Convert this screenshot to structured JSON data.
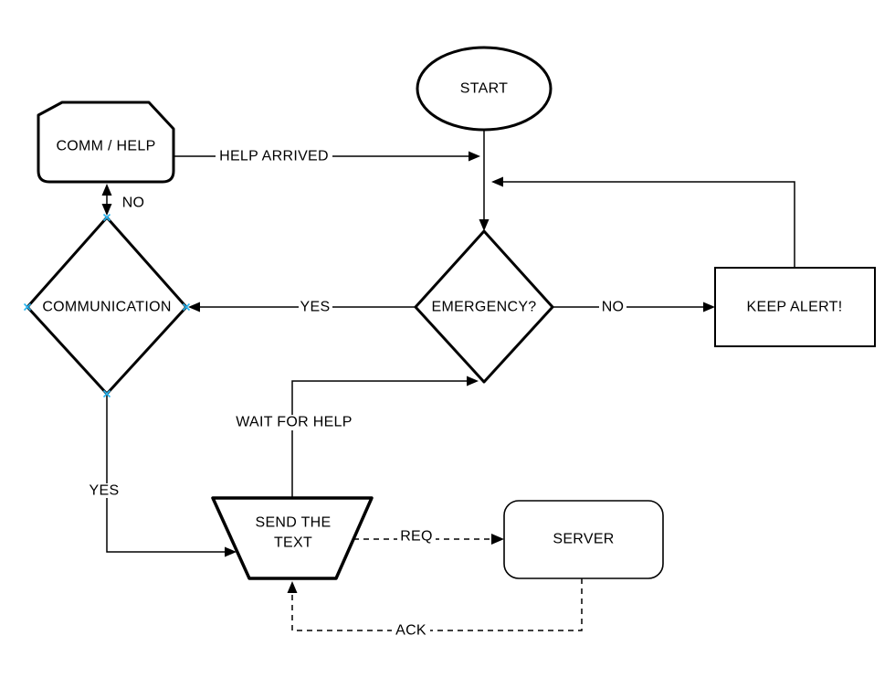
{
  "canvas": {
    "background_color": "#ffffff",
    "line_color": "#000000",
    "connection_point_color": "#29b6f2"
  },
  "nodes": {
    "start": {
      "label": "START",
      "type": "ellipse"
    },
    "comm_help": {
      "label": "COMM / HELP",
      "type": "loop-limit"
    },
    "communication": {
      "label": "COMMUNICATION",
      "type": "decision"
    },
    "emergency": {
      "label": "EMERGENCY?",
      "type": "decision"
    },
    "keep_alert": {
      "label": "KEEP ALERT!",
      "type": "process"
    },
    "send_text": {
      "line1": "SEND THE",
      "line2": "TEXT",
      "type": "manual-operation"
    },
    "server": {
      "label": "SERVER",
      "type": "rounded-rectangle"
    }
  },
  "edges": {
    "help_arrived": {
      "label": "HELP ARRIVED"
    },
    "no_comm": {
      "label": "NO"
    },
    "yes_comm": {
      "label": "YES"
    },
    "no_keep_alert": {
      "label": "NO"
    },
    "yes_send": {
      "label": "YES"
    },
    "wait_for_help": {
      "label": "WAIT FOR HELP"
    },
    "req": {
      "label": "REQ"
    },
    "ack": {
      "label": "ACK"
    }
  }
}
